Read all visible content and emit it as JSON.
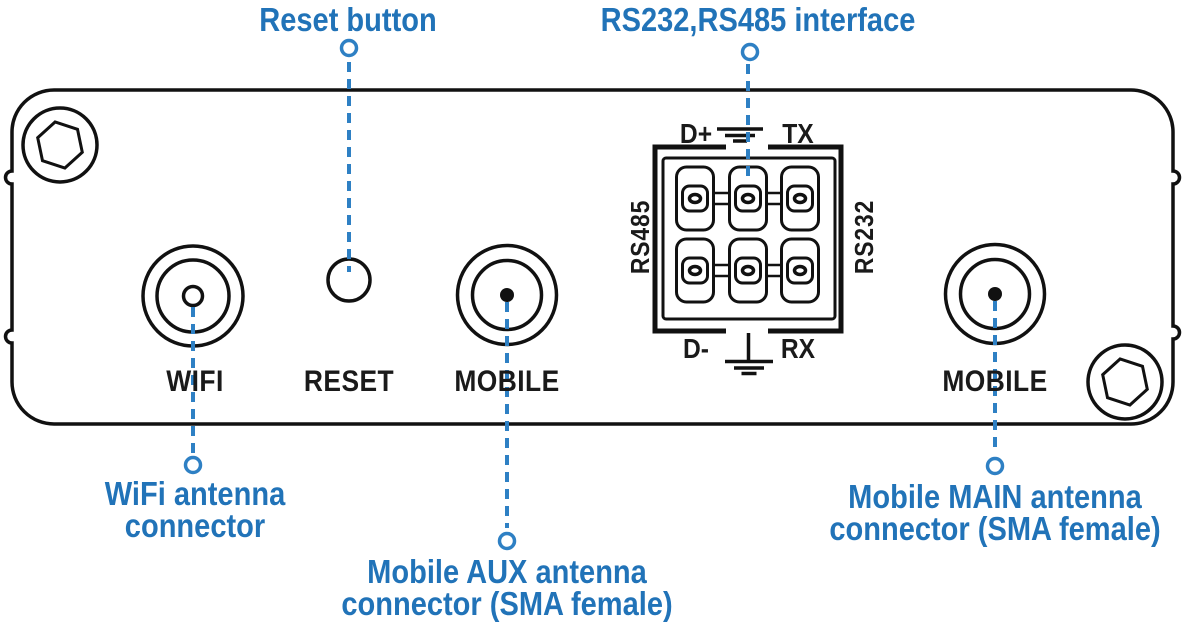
{
  "colors": {
    "callout_blue": "#2173b8",
    "leader_blue": "#2e80c4",
    "outline_black": "#111111"
  },
  "callouts": {
    "reset": "Reset button",
    "serial": "RS232,RS485 interface",
    "wifi_line1": "WiFi antenna",
    "wifi_line2": "connector",
    "mobile_aux_line1": "Mobile AUX antenna",
    "mobile_aux_line2": "connector (SMA female)",
    "mobile_main_line1": "Mobile MAIN antenna",
    "mobile_main_line2": "connector (SMA female)"
  },
  "panel_labels": {
    "wifi": "WIFI",
    "reset": "RESET",
    "mobile_aux": "MOBILE",
    "mobile_main": "MOBILE"
  },
  "terminal_labels": {
    "d_plus": "D+",
    "tx": "TX",
    "d_minus": "D-",
    "rx": "RX",
    "rs485": "RS485",
    "rs232": "RS232"
  }
}
